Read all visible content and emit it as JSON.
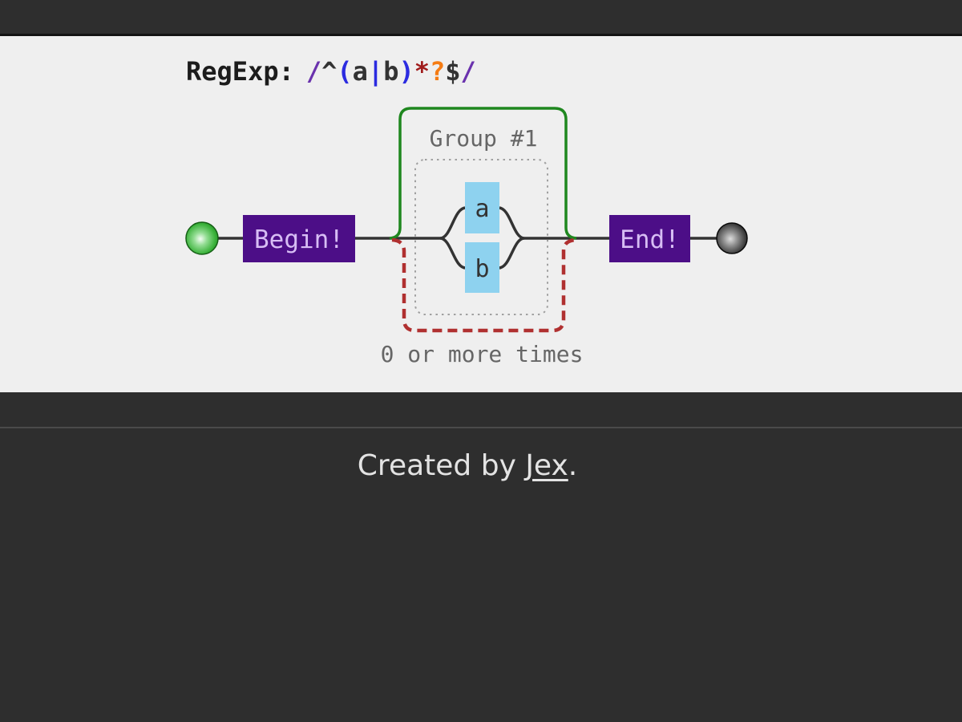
{
  "regexp_panel": {
    "label": "RegExp:",
    "pattern": "/^(a|b)*?$/",
    "tokens": [
      {
        "text": "/",
        "color": "#6a32ad"
      },
      {
        "text": "^",
        "color": "#333333"
      },
      {
        "text": "(",
        "color": "#2b2be0"
      },
      {
        "text": "a",
        "color": "#333333"
      },
      {
        "text": "|",
        "color": "#2b2be0"
      },
      {
        "text": "b",
        "color": "#333333"
      },
      {
        "text": ")",
        "color": "#2b2be0"
      },
      {
        "text": "*",
        "color": "#a01c1c"
      },
      {
        "text": "?",
        "color": "#f57c14"
      },
      {
        "text": "$",
        "color": "#333333"
      },
      {
        "text": "/",
        "color": "#6a32ad"
      }
    ]
  },
  "diagram": {
    "group_label": "Group #1",
    "begin_label": "Begin!",
    "end_label": "End!",
    "alternatives": [
      "a",
      "b"
    ],
    "repeat_label": "0 or more times",
    "colors": {
      "group_border": "#1f871f",
      "repeat_border": "#b03030",
      "choice_outline": "#a0a0a0",
      "literal_fill": "#8ed2ef",
      "assert_fill": "#4c0e87",
      "assert_text": "#d7bdf4",
      "path": "#333333",
      "label_text": "#666666",
      "start_node": "#2fa02f",
      "end_node": "#1a1a1a"
    }
  },
  "footer": {
    "credit_prefix": "Created by ",
    "credit_link": "Jex",
    "credit_suffix": "."
  }
}
